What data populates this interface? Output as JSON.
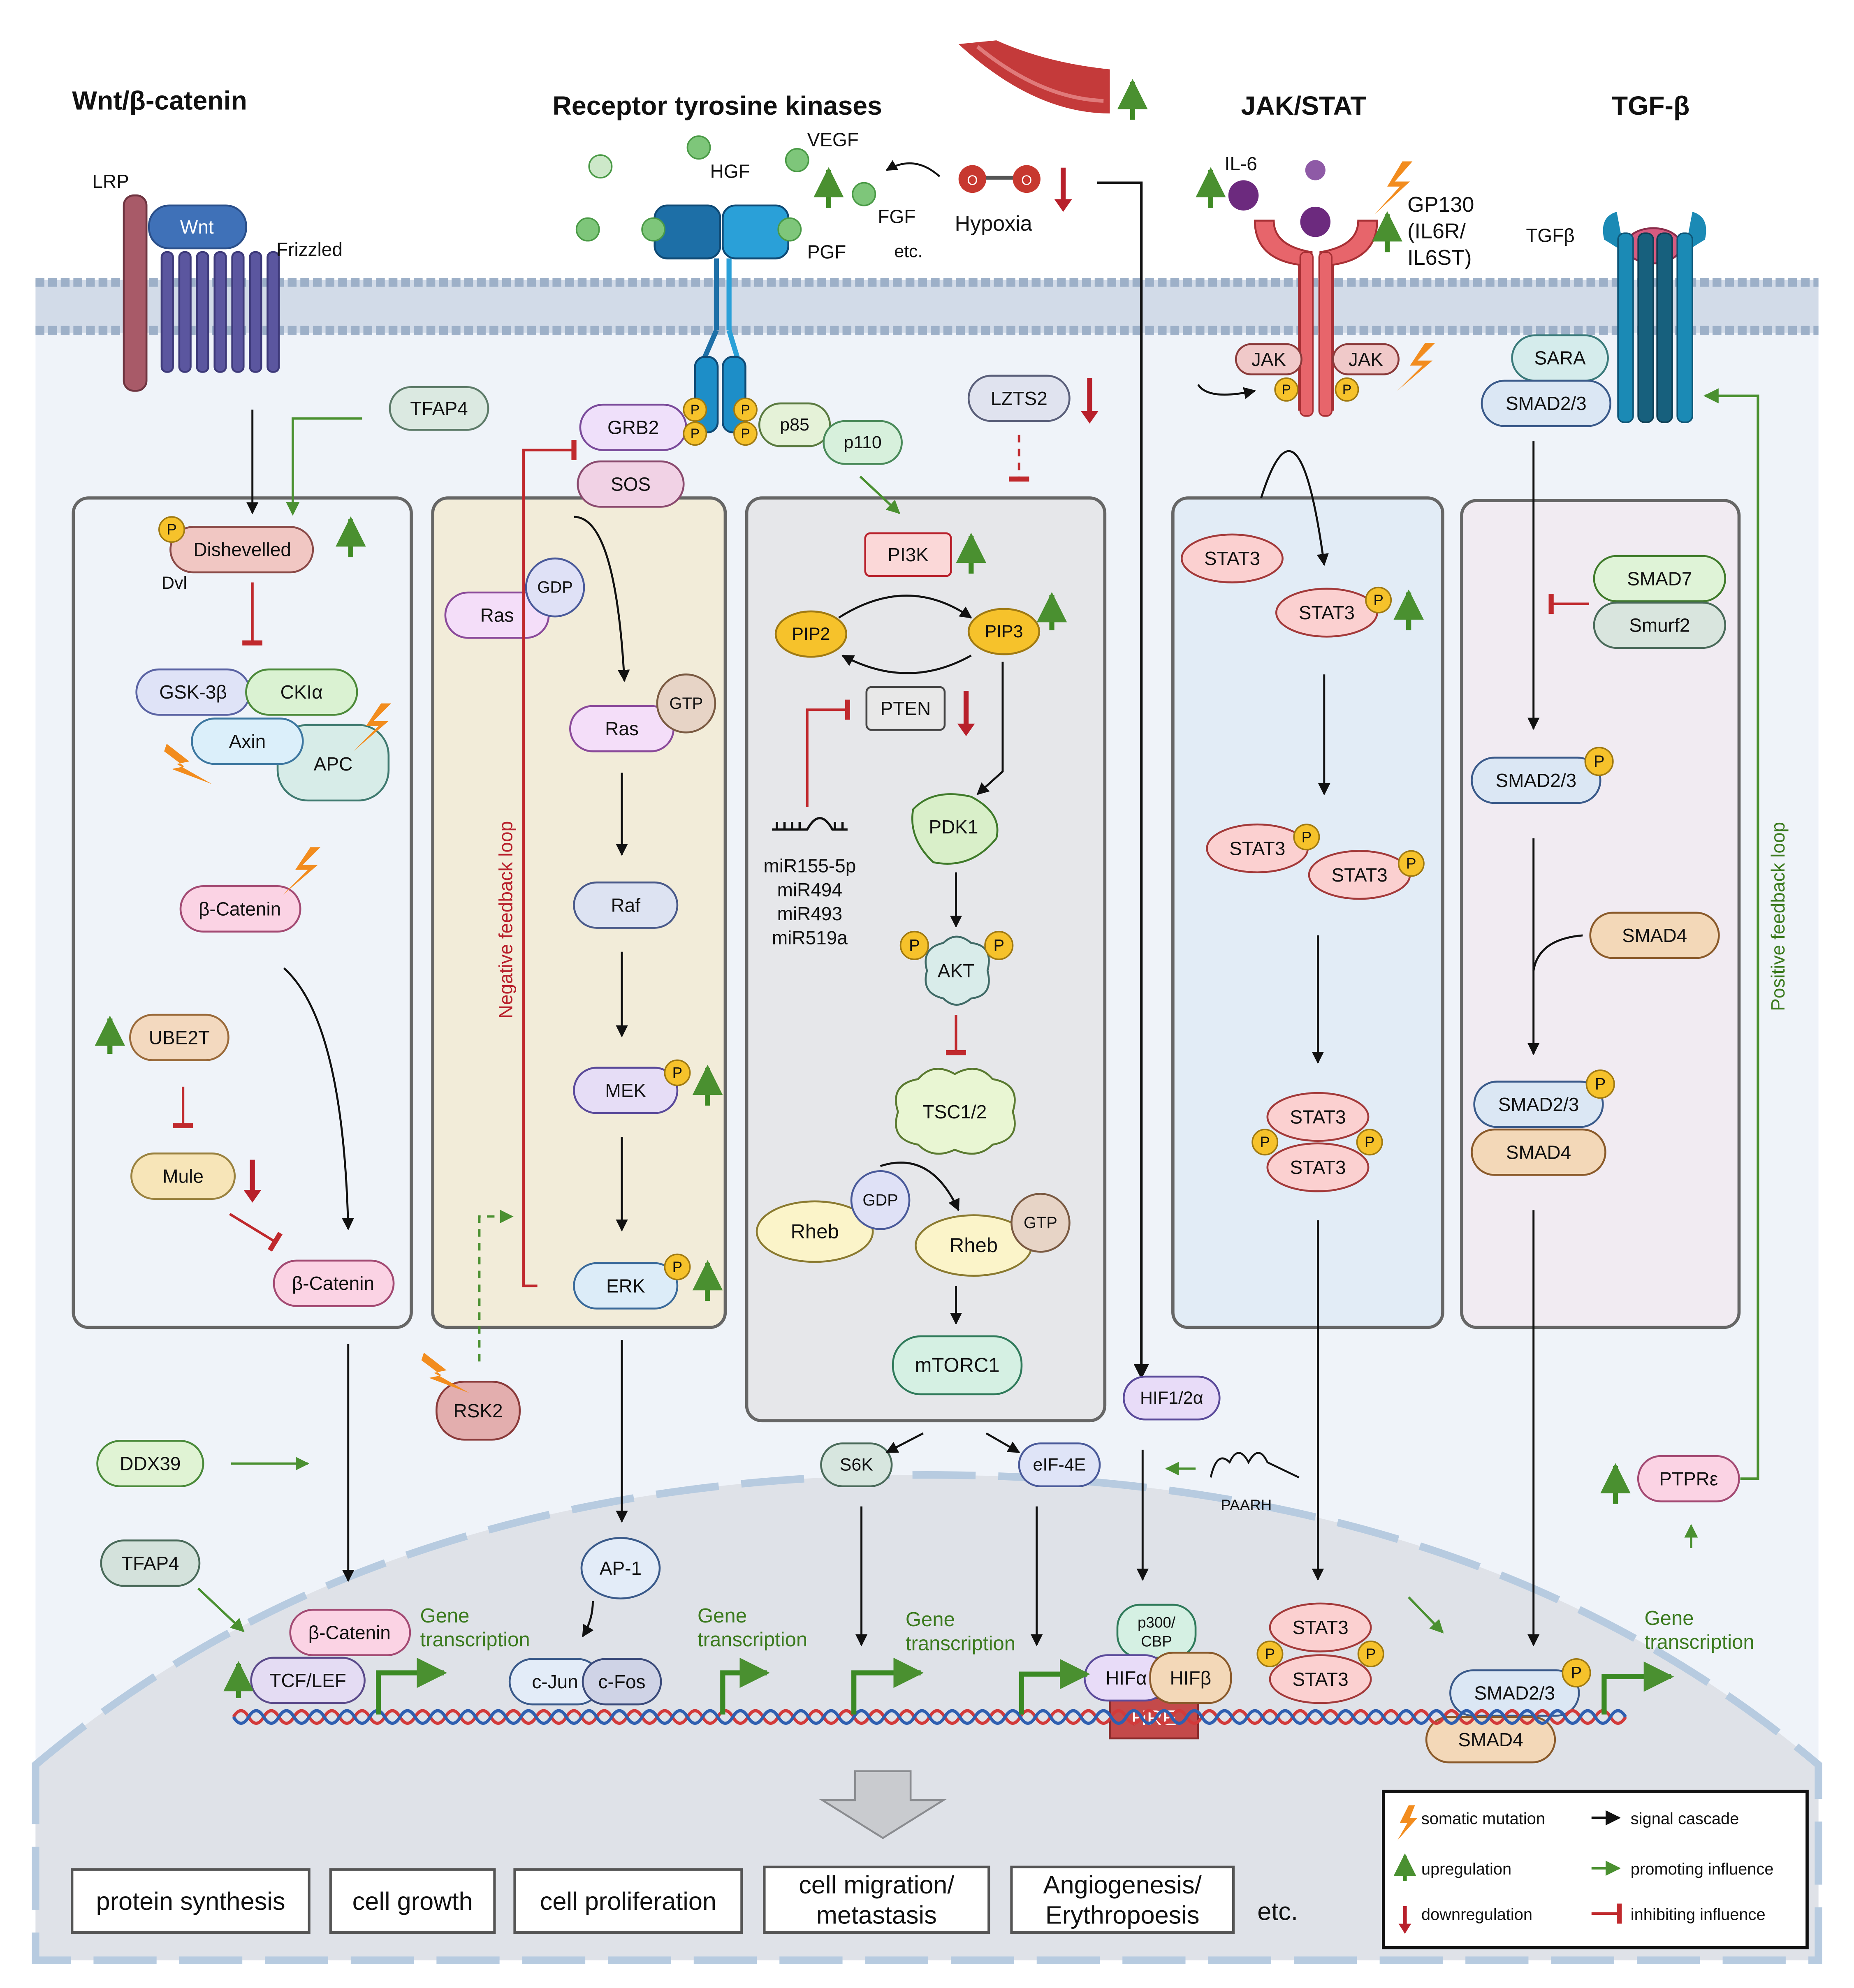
{
  "headers": {
    "wnt": "Wnt/β-catenin",
    "rtk": "Receptor tyrosine kinases",
    "jak": "JAK/STAT",
    "tgf": "TGF-β"
  },
  "labels": {
    "lrp": "LRP",
    "wnt": "Wnt",
    "frizzled": "Frizzled",
    "dvl": "Dvl",
    "hgf": "HGF",
    "vegf": "VEGF",
    "fgf": "FGF",
    "pgf": "PGF",
    "etc_top": "etc.",
    "hypoxia": "Hypoxia",
    "il6": "IL-6",
    "gp130_1": "GP130",
    "gp130_2": "(IL6R/",
    "gp130_3": "IL6ST)",
    "tgfb": "TGFβ",
    "mir_1": "miR155-5p",
    "mir_2": "miR494",
    "mir_3": "miR493",
    "mir_4": "miR519a",
    "paarh": "PAARH",
    "neg_loop": "Negative feedback loop",
    "pos_loop": "Positive feedback loop",
    "gene_transcription_1": "Gene",
    "gene_transcription_2": "transcription",
    "hre": "HRE",
    "p": "P",
    "etc_bottom": "etc."
  },
  "nodes": {
    "tfap4_top": "TFAP4",
    "dishevelled": "Dishevelled",
    "gsk3b": "GSK-3β",
    "ckia": "CKIα",
    "axin": "Axin",
    "apc": "APC",
    "bcatenin1": "β-Catenin",
    "ube2t": "UBE2T",
    "mule": "Mule",
    "bcatenin2": "β-Catenin",
    "grb2": "GRB2",
    "sos": "SOS",
    "p85": "p85",
    "p110": "p110",
    "ras1": "Ras",
    "gdp1": "GDP",
    "ras2": "Ras",
    "gtp1": "GTP",
    "raf": "Raf",
    "mek": "MEK",
    "erk": "ERK",
    "rsk2": "RSK2",
    "lzts2": "LZTS2",
    "pi3k": "PI3K",
    "pip2": "PIP2",
    "pip3": "PIP3",
    "pten": "PTEN",
    "pdk1": "PDK1",
    "akt": "AKT",
    "tsc": "TSC1/2",
    "rheb1": "Rheb",
    "gdp2": "GDP",
    "rheb2": "Rheb",
    "gtp2": "GTP",
    "mtorc1": "mTORC1",
    "s6k": "S6K",
    "eif4e": "eIF-4E",
    "hif12a": "HIF1/2α",
    "jak1": "JAK",
    "jak2": "JAK",
    "stat3_a": "STAT3",
    "stat3_b": "STAT3",
    "stat3_c": "STAT3",
    "stat3_d": "STAT3",
    "stat3_e": "STAT3",
    "stat3_f": "STAT3",
    "stat3_g": "STAT3",
    "stat3_h": "STAT3",
    "sara": "SARA",
    "smad23_a": "SMAD2/3",
    "smad7": "SMAD7",
    "smurf2": "Smurf2",
    "smad23_b": "SMAD2/3",
    "smad4_a": "SMAD4",
    "smad23_c": "SMAD2/3",
    "smad4_b": "SMAD4",
    "ddx39": "DDX39",
    "tfap4_bottom": "TFAP4",
    "bcatenin3": "β-Catenin",
    "tcflef": "TCF/LEF",
    "ap1": "AP-1",
    "cjun": "c-Jun",
    "cfos": "c-Fos",
    "p300": "p300/",
    "cbp": "CBP",
    "hifa": "HIFα",
    "hifb": "HIFβ",
    "smad23_d": "SMAD2/3",
    "smad4_c": "SMAD4",
    "ptpre": "PTPRε"
  },
  "outcomes": [
    {
      "l1": "protein synthesis",
      "l2": ""
    },
    {
      "l1": "cell growth",
      "l2": ""
    },
    {
      "l1": "cell proliferation",
      "l2": ""
    },
    {
      "l1": "cell migration/",
      "l2": "metastasis"
    },
    {
      "l1": "Angiogenesis/",
      "l2": "Erythropoesis"
    }
  ],
  "legend": {
    "somatic": "somatic mutation",
    "up": "upregulation",
    "down": "downregulation",
    "signal": "signal cascade",
    "promoting": "promoting influence",
    "inhibiting": "inhibiting influence"
  },
  "colors": {
    "up_green": "#3f8a24",
    "down_red": "#b8202b",
    "promote_green": "#4a9030",
    "inhibit_red": "#c0292d",
    "mutation_orange": "#f28c1e",
    "phospho_yellow": "#f6c22b"
  }
}
